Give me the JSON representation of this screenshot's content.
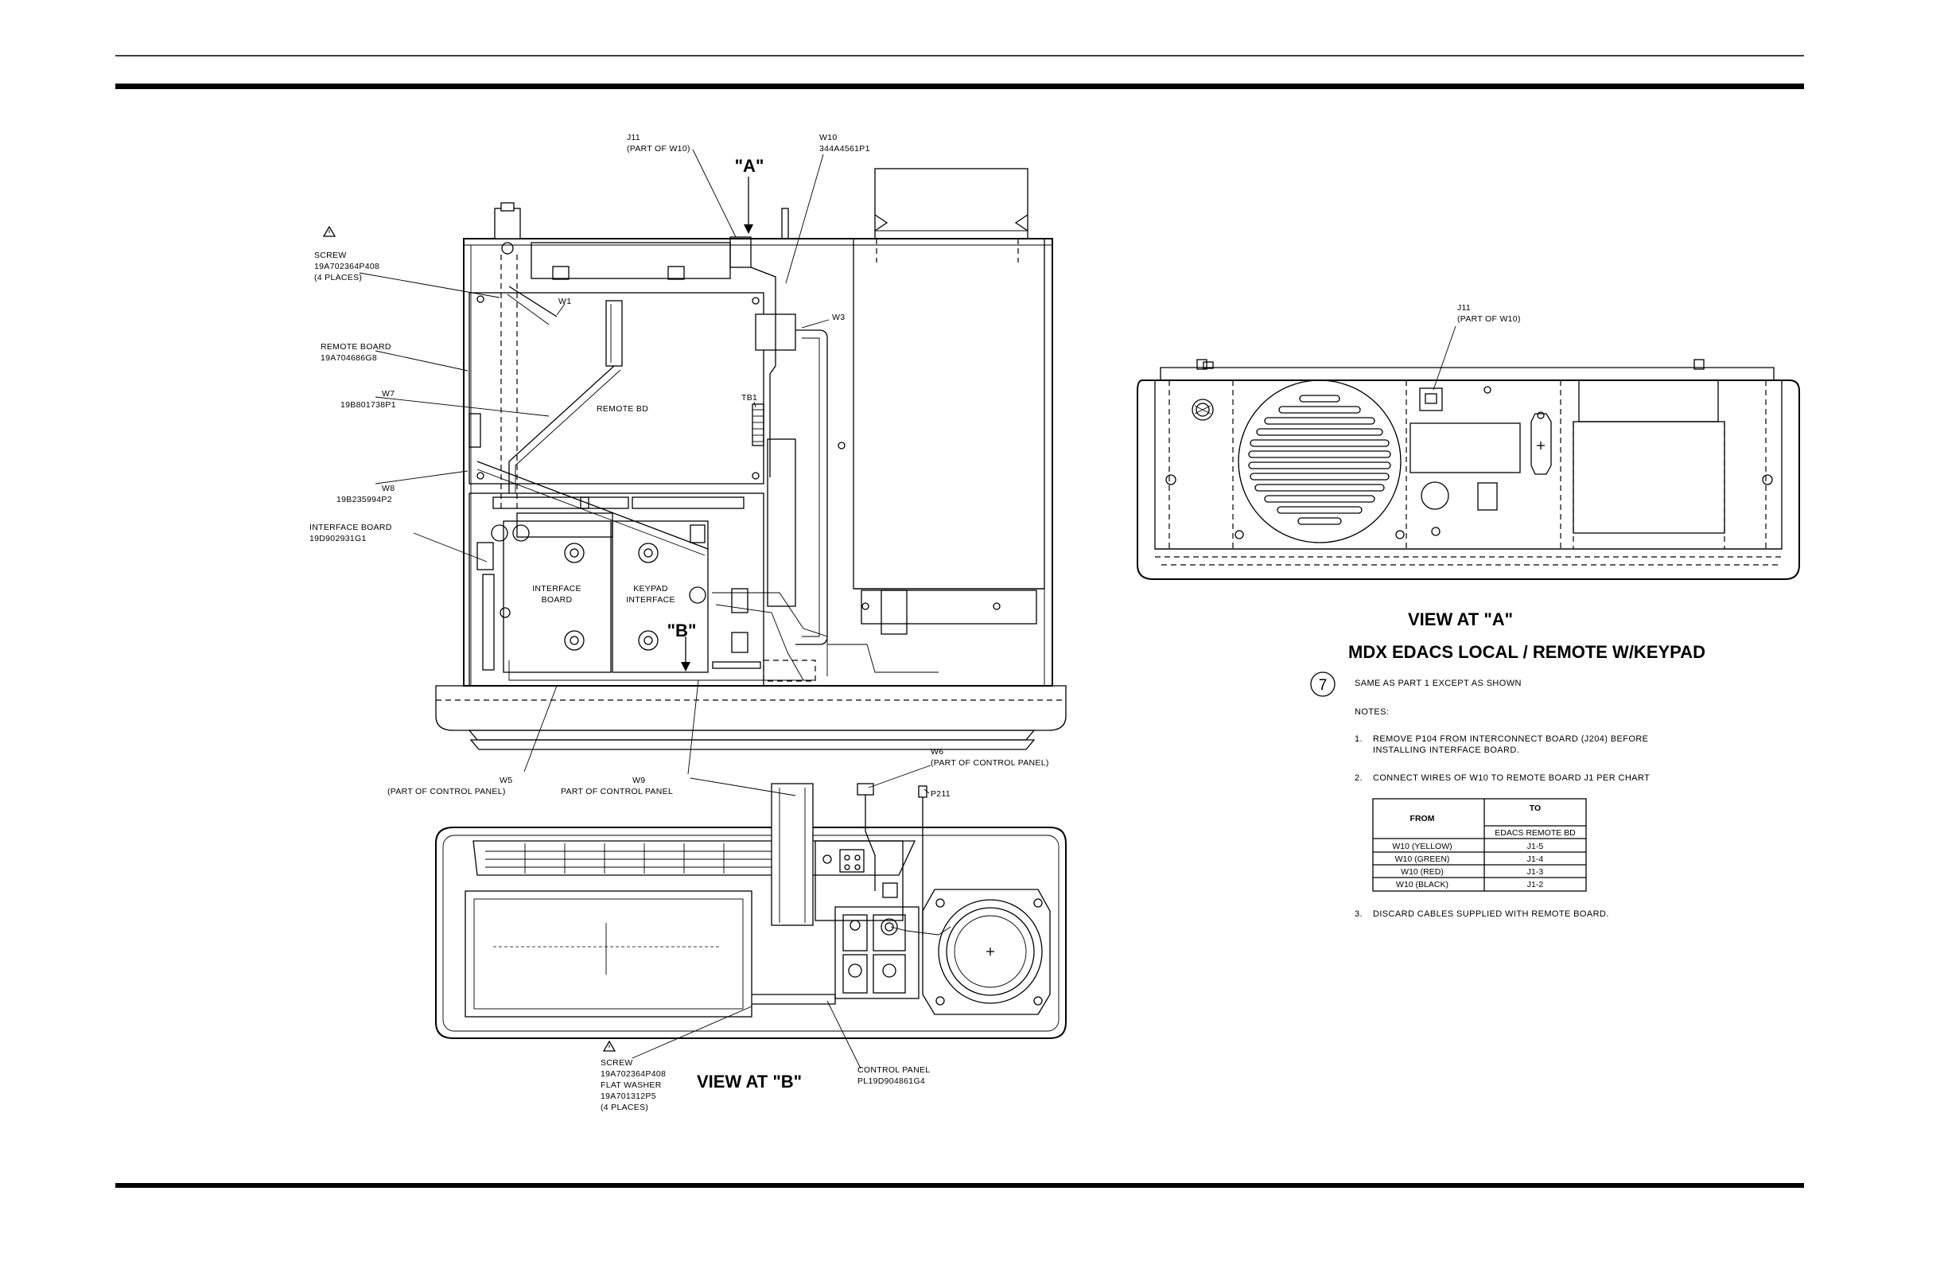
{
  "labels": {
    "j11_top": "J11",
    "j11_top_sub": "(PART OF W10)",
    "w10": "W10",
    "w10_part": "344A4561P1",
    "view_a_marker": "\"A\"",
    "view_b_marker": "\"B\"",
    "screw_top": "SCREW",
    "screw_top_part": "19A702364P408",
    "screw_top_qty": "(4 PLACES)",
    "remote_board": "REMOTE BOARD",
    "remote_board_part": "19A704686G8",
    "w7": "W7",
    "w7_part": "19B801738P1",
    "w8": "W8",
    "w8_part": "19B235994P2",
    "interface_board_callout": "INTERFACE BOARD",
    "interface_board_part": "19D902931G1",
    "w1": "W1",
    "w3": "W3",
    "tb1": "TB1",
    "remote_bd": "REMOTE BD",
    "interface_board_line1": "INTERFACE",
    "interface_board_line2": "BOARD",
    "keypad_line1": "KEYPAD",
    "keypad_line2": "INTERFACE",
    "w5": "W5",
    "w5_sub": "(PART OF CONTROL PANEL)",
    "w9": "W9",
    "w9_sub": "PART OF CONTROL PANEL",
    "w6": "W6",
    "w6_sub": "(PART OF CONTROL PANEL)",
    "p211": "P211",
    "screw_bottom": "SCREW",
    "screw_bottom_part": "19A702364P408",
    "flat_washer": "FLAT WASHER",
    "flat_washer_part": "19A701312P5",
    "screw_bottom_qty": "(4 PLACES)",
    "view_b_title": "VIEW AT \"B\"",
    "control_panel": "CONTROL PANEL",
    "control_panel_part": "PL19D904861G4",
    "j11_right": "J11",
    "j11_right_sub": "(PART OF W10)",
    "view_a_title": "VIEW AT \"A\""
  },
  "title": "MDX  EDACS  LOCAL / REMOTE  W/KEYPAD",
  "part_number": "7",
  "part_text": "SAME AS PART 1 EXCEPT AS SHOWN",
  "notes_heading": "NOTES:",
  "notes": [
    {
      "num": "1.",
      "line1": "REMOVE P104 FROM INTERCONNECT BOARD (J204) BEFORE",
      "line2": "INSTALLING INTERFACE BOARD."
    },
    {
      "num": "2.",
      "line1": "CONNECT WIRES OF W10 TO REMOTE BOARD J1 PER CHART",
      "line2": ""
    },
    {
      "num": "3.",
      "line1": "DISCARD CABLES SUPPLIED WITH REMOTE BOARD.",
      "line2": ""
    }
  ],
  "wire_table": {
    "col_from": "FROM",
    "col_to": "TO",
    "col_to_sub": "EDACS REMOTE BD",
    "rows": [
      {
        "from": "W10 (YELLOW)",
        "to": "J1-5"
      },
      {
        "from": "W10 (GREEN)",
        "to": "J1-4"
      },
      {
        "from": "W10 (RED)",
        "to": "J1-3"
      },
      {
        "from": "W10 (BLACK)",
        "to": "J1-2"
      }
    ]
  }
}
